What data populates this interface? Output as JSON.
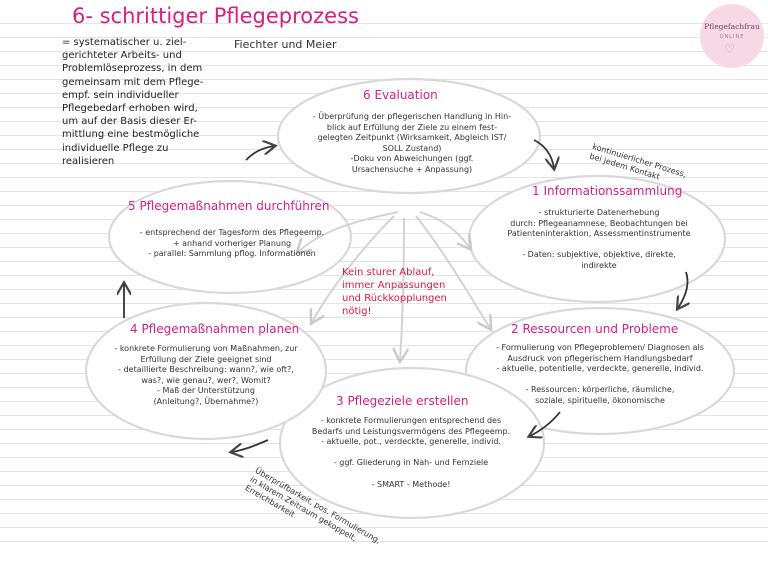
{
  "title": "6- schrittiger Pflegeprozess",
  "authors": "Fiechter und Meier",
  "definition": [
    "= systematischer u. ziel-",
    "gerichteter Arbeits- und",
    "Problemlöseprozess, in dem",
    "gemeinsam mit dem Pflege-",
    "empf. sein individueller",
    "Pflegebedarf erhoben wird,",
    "um auf der Basis dieser Er-",
    "mittlung eine bestmögliche",
    "individuelle Pflege zu",
    "realisieren"
  ],
  "logo": {
    "name": "Pflegefachfrau",
    "sub": "ONLINE"
  },
  "nodes": {
    "evaluation": {
      "title": "6 Evaluation",
      "lines": [
        "- Überprüfung der pflegerischen Handlung in Hin-",
        "blick auf Erfüllung der Ziele zu einem fest-",
        "gelegten Zeitpunkt (Wirksamkeit, Abgleich IST/",
        "SOLL Zustand)",
        "-Doku von Abweichungen (ggf.",
        "Ursachensuche + Anpassung)"
      ]
    },
    "info": {
      "title": "1 Informationssammlung",
      "lines": [
        "- strukturierte Datenerhebung",
        "durch: Pflegeanamnese, Beobachtungen bei",
        "Patienteninteraktion, Assessmentinstrumente",
        "",
        "- Daten: subjektive, objektive, direkte,",
        "indirekte"
      ]
    },
    "resources": {
      "title": "2 Ressourcen und Probleme",
      "lines": [
        "- Formulierung von Pflegeproblemen/ Diagnosen als",
        "Ausdruck von pflegerischem Handlungsbedarf",
        "- aktuelle, potentielle, verdeckte, generelle, individ.",
        "",
        "- Ressourcen: körperliche, räumliche,",
        "soziale, spirituelle, ökonomische"
      ]
    },
    "goals": {
      "title": "3 Pflegeziele erstellen",
      "lines": [
        "- konkrete Formulierungen entsprechend des",
        "Bedarfs und Leistungsvermögens des Pflegeemp.",
        "- aktuelle, pot., verdeckte, generelle, individ.",
        "",
        "- ggf. Gliederung in Nah- und Fernziele",
        "",
        "- SMART - Methode!"
      ]
    },
    "plan": {
      "title": "4 Pflegemaßnahmen planen",
      "lines": [
        "- konkrete Formulierung von Maßnahmen, zur",
        "Erfüllung der Ziele geeignet sind",
        "- detaillierte Beschreibung: wann?, wie oft?,",
        "was?, wie genau?, wer?, Womit?",
        "- Maß der Unterstützung",
        "(Anleitung?, Übernahme?)"
      ]
    },
    "perform": {
      "title": "5 Pflegemaßnahmen durchführen",
      "lines": [
        "- entsprechend der Tagesform des Pflegeemp.",
        "+ anhand vorheriger Planung",
        "- parallel: Sammlung pflog. Informationen"
      ]
    }
  },
  "center_note": [
    "Kein sturer Ablauf,",
    "immer Anpassungen",
    "und Rückkopplungen",
    "nötig!"
  ],
  "continuous_note": [
    "kontinuierlicher Prozess,",
    "bei jedem Kontakt"
  ],
  "check_note": [
    "Überprüfbarkeit, pos. Formulierung,",
    "in klarem Zeitraum gekoppelt,",
    "Erreichbarkeit"
  ],
  "colors": {
    "accent": "#d61f82",
    "alert": "#e0183c",
    "ellipse": "#d9d9d9"
  }
}
